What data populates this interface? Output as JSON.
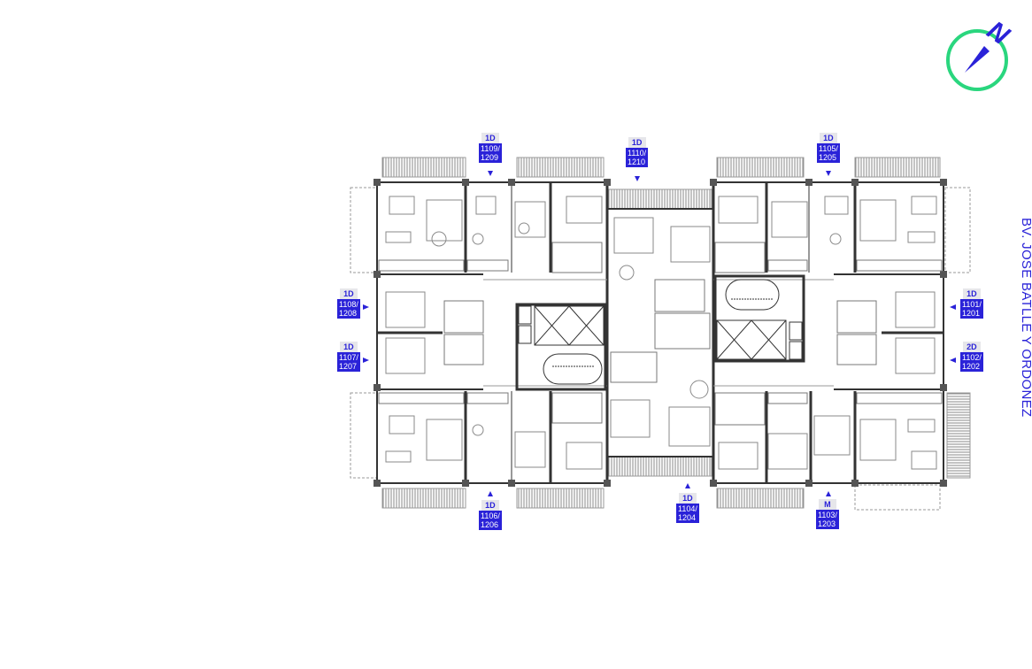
{
  "street_label": "BV. JOSE BATLLE Y ORDOÑEZ",
  "compass": {
    "label": "N",
    "ring_color": "#2ad67e",
    "needle_color": "#2a22d8"
  },
  "colors": {
    "tag_blue": "#2a22d8",
    "tag_grey": "#e6e6ea",
    "wall": "#333333",
    "line": "#9a9a9a"
  },
  "units": [
    {
      "type": "1D",
      "number": "1109/\n1209"
    },
    {
      "type": "1D",
      "number": "1110/\n1210"
    },
    {
      "type": "1D",
      "number": "1105/\n1205"
    },
    {
      "type": "1D",
      "number": "1108/\n1208"
    },
    {
      "type": "1D",
      "number": "1107/\n1207"
    },
    {
      "type": "1D",
      "number": "1101/\n1201"
    },
    {
      "type": "2D",
      "number": "1102/\n1202"
    },
    {
      "type": "1D",
      "number": "1106/\n1206"
    },
    {
      "type": "1D",
      "number": "1104/\n1204"
    },
    {
      "type": "M",
      "number": "1103/\n1203"
    }
  ]
}
